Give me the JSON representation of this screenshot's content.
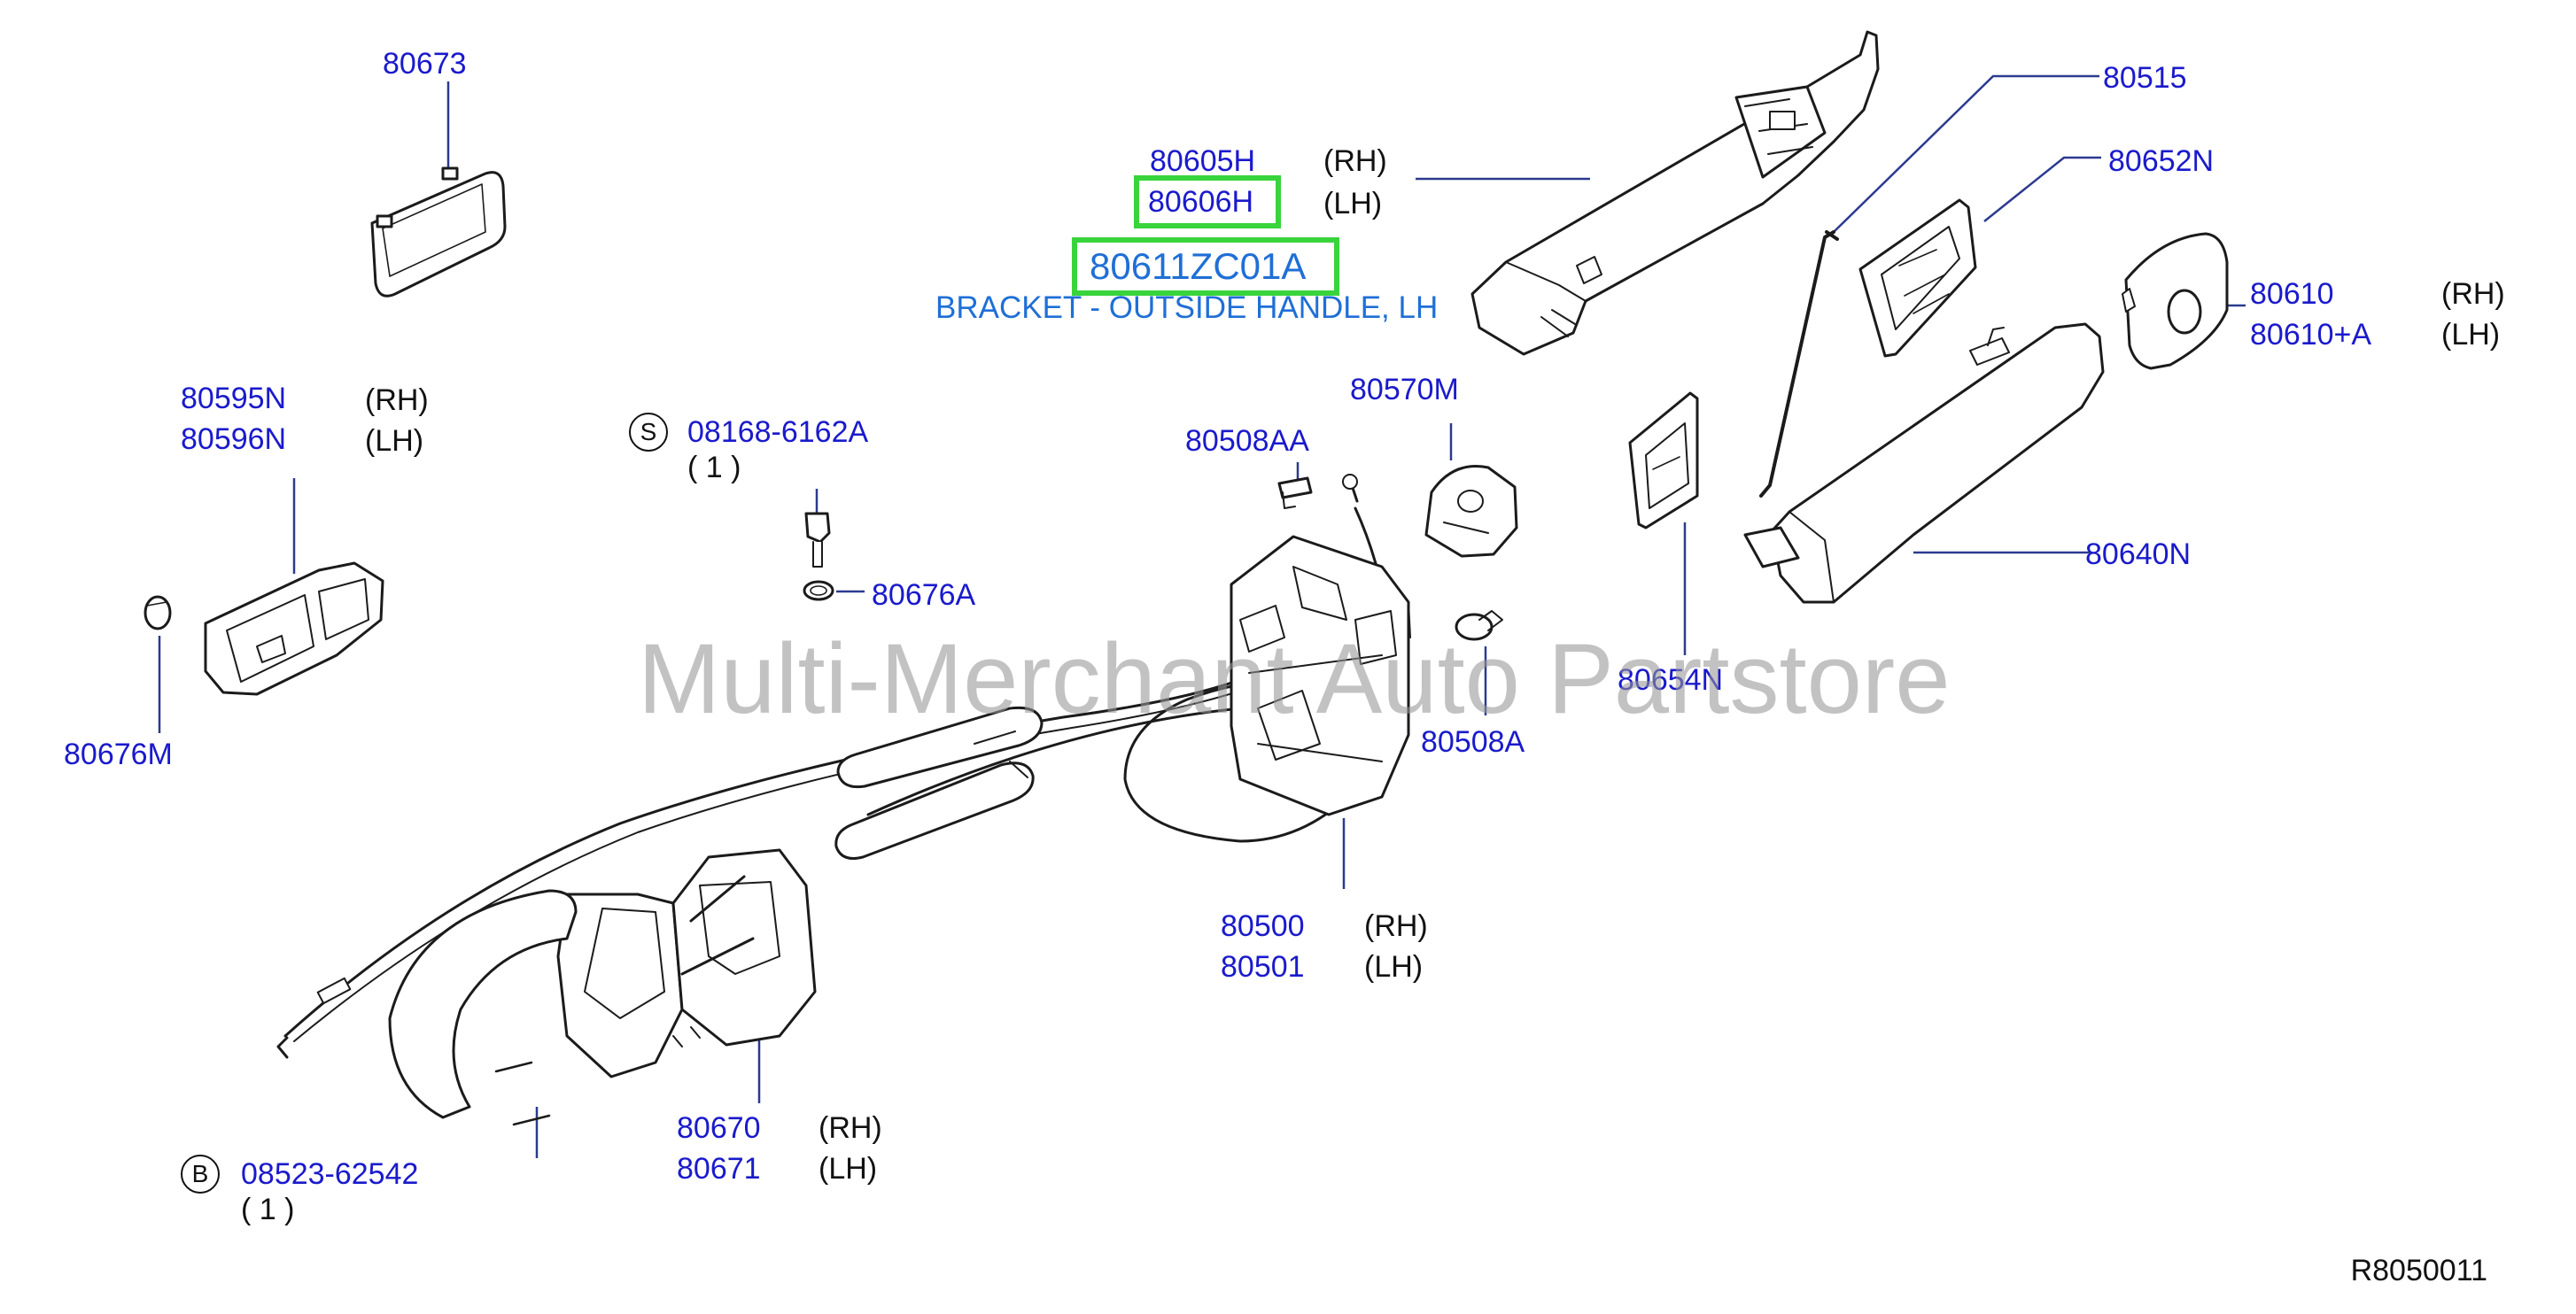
{
  "watermark": "Multi-Merchant Auto Partstore",
  "reference": "R8050011",
  "highlight_color": "#39d43c",
  "label_color": "#1a1acc",
  "description_color": "#1f6fd6",
  "labels": {
    "p80673": "80673",
    "p80605H": "80605H",
    "p80605H_side": "(RH)",
    "p80606H": "80606H",
    "p80606H_side": "(LH)",
    "p80611ZC01A": "80611ZC01A",
    "p80611ZC01A_desc": "BRACKET - OUTSIDE HANDLE, LH",
    "p80515": "80515",
    "p80652N": "80652N",
    "p80610": "80610",
    "p80610_side": "(RH)",
    "p80610A": "80610+A",
    "p80610A_side": "(LH)",
    "p80595N": "80595N",
    "p80595N_side": "(RH)",
    "p80596N": "80596N",
    "p80596N_side": "(LH)",
    "s_marker": "S",
    "p08168": "08168-6162A",
    "p08168_qty": "( 1 )",
    "p80676A": "80676A",
    "p80508AA": "80508AA",
    "p80570M": "80570M",
    "p80640N": "80640N",
    "p80654N": "80654N",
    "p80676M": "80676M",
    "p80508A": "80508A",
    "p80500": "80500",
    "p80500_side": "(RH)",
    "p80501": "80501",
    "p80501_side": "(LH)",
    "p80670": "80670",
    "p80670_side": "(RH)",
    "p80671": "80671",
    "p80671_side": "(LH)",
    "b_marker": "B",
    "p08523": "08523-62542",
    "p08523_qty": "( 1 )"
  }
}
